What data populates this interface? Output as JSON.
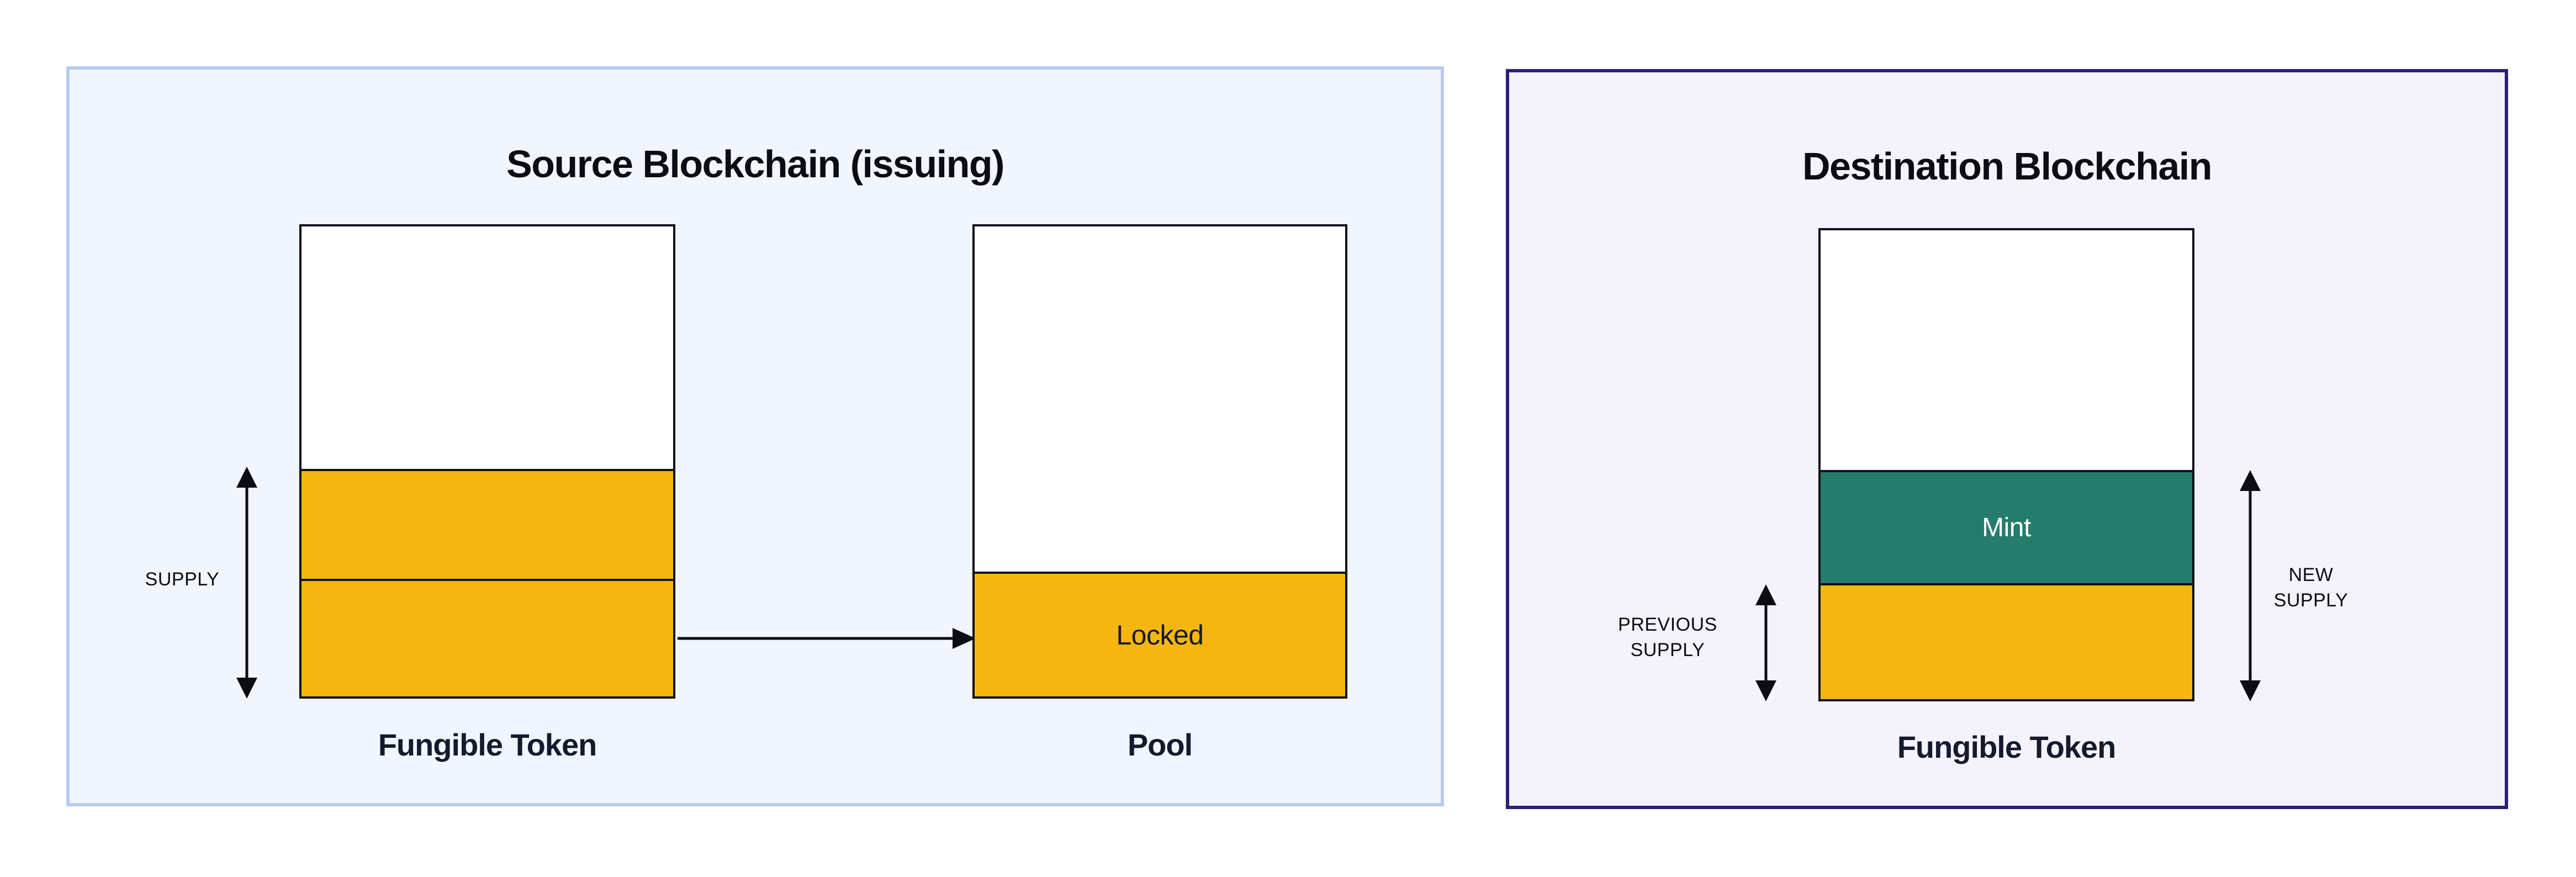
{
  "panels": {
    "source": {
      "title": "Source Blockchain (issuing)",
      "background": "#F1F5FD",
      "border_color": "#B6CBF4",
      "token_box": {
        "label": "Fungible Token"
      },
      "pool_box": {
        "label": "Pool",
        "locked_label": "Locked"
      },
      "supply_label": "SUPPLY"
    },
    "destination": {
      "title": "Destination Blockchain",
      "background": "#F4F3FB",
      "border_color": "#2E1D7E",
      "token_box": {
        "label": "Fungible Token",
        "mint_label": "Mint"
      },
      "previous_supply_label": "PREVIOUS\nSUPPLY",
      "new_supply_label": "NEW\nSUPPLY"
    }
  },
  "colors": {
    "token_fill_yellow": "#F5B70F",
    "mint_fill_teal": "#257C6D",
    "box_border": "#0D1117",
    "arrow_black": "#0B0D12",
    "label_navy": "#151A2C",
    "title_black": "#0B0D12"
  }
}
